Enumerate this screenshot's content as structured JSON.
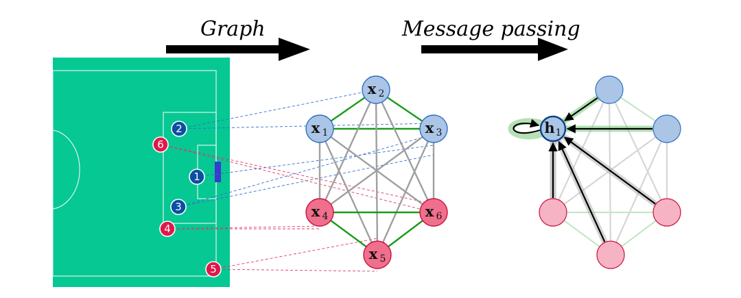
{
  "headings": {
    "graph": "Graph",
    "message_passing": "Message passing"
  },
  "players": [
    {
      "label": "1",
      "team": "blue"
    },
    {
      "label": "2",
      "team": "blue"
    },
    {
      "label": "3",
      "team": "blue"
    },
    {
      "label": "4",
      "team": "red"
    },
    {
      "label": "5",
      "team": "red"
    },
    {
      "label": "6",
      "team": "red"
    }
  ],
  "graph_nodes": [
    {
      "base": "x",
      "sub": "1",
      "team": "blue"
    },
    {
      "base": "x",
      "sub": "2",
      "team": "blue"
    },
    {
      "base": "x",
      "sub": "3",
      "team": "blue"
    },
    {
      "base": "x",
      "sub": "4",
      "team": "red"
    },
    {
      "base": "x",
      "sub": "5",
      "team": "red"
    },
    {
      "base": "x",
      "sub": "6",
      "team": "red"
    }
  ],
  "message_node": {
    "base": "h",
    "sub": "1"
  },
  "colors": {
    "pitch": "#06c893",
    "pitch_lines": "#d8f5ea",
    "goal": "#3a3ad0",
    "blue_player": "#0b4fa3",
    "red_player": "#e0184a",
    "blue_node_fill": "#aac5e6",
    "blue_node_stroke": "#2f6fbf",
    "red_node_fill": "#ef6f8c",
    "red_node_stroke": "#c9113e",
    "same_team_edge": "#1a9a1a",
    "cross_team_edge": "#9f9f9f",
    "blue_dash": "#2b6fcf",
    "red_dash": "#e0385f"
  }
}
